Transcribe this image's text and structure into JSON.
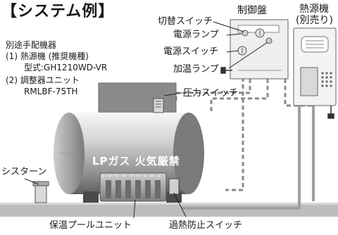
{
  "title": "【システム例】",
  "spec": {
    "heading": "別途手配機器",
    "line1": "(1) 熱源機 (推奨機種)",
    "line2": "型式:GH1210WD-VR",
    "line3": "(2) 調整器ユニット",
    "line4": "RMLBF-75TH"
  },
  "labels": {
    "control_panel": "制御盤",
    "heat_source_line1": "熱源機",
    "heat_source_line2": "(別売り)",
    "switch_select": "切替スイッチ",
    "power_lamp": "電源ランプ",
    "power_switch": "電源スイッチ",
    "heating_lamp": "加温ランプ",
    "pressure_switch": "圧力スイッチ",
    "cistern": "シスターン",
    "tank": "LPガス 火気厳禁",
    "insulation_pool_unit": "保温プールユニット",
    "overheat_switch": "過熱防止スイッチ"
  },
  "colors": {
    "tank_light": "#f2f2f2",
    "tank_mid": "#b8b8b8",
    "tank_dark": "#6e6e6e",
    "ground": "#bdbdbd",
    "panel": "#f0f0f0",
    "pipe": "#9a9a9a",
    "cable_dash": "#888888"
  }
}
